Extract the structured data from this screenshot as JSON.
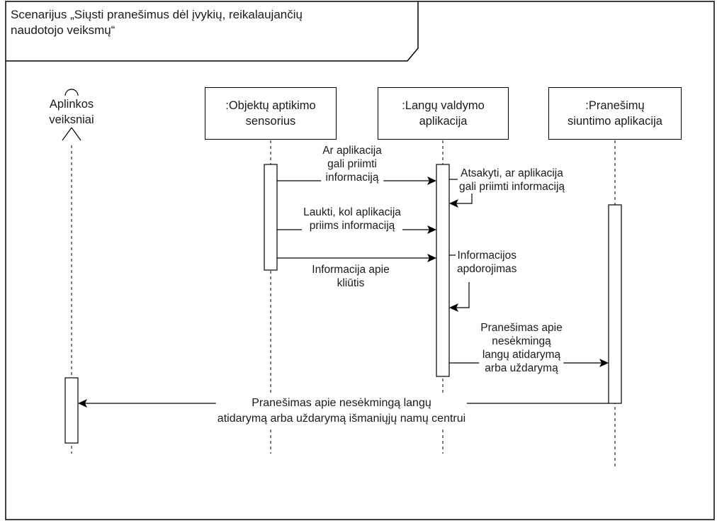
{
  "frame": {
    "title_line1": "Scenarijus „Siųsti pranešimus dėl įvykių, reikalaujančių",
    "title_line2": "naudotojo veiksmų“"
  },
  "participants": {
    "actor": {
      "line1": "Aplinkos",
      "line2": "veiksniai"
    },
    "sensor": {
      "line1": ":Objektų aptikimo",
      "line2": "sensorius"
    },
    "window_app": {
      "line1": ":Langų valdymo",
      "line2": "aplikacija"
    },
    "notify_app": {
      "line1": ":Pranešimų",
      "line2": "siuntimo aplikacija"
    }
  },
  "messages": {
    "m1": {
      "line1": "Ar aplikacija",
      "line2": "gali priimti",
      "line3": "informaciją"
    },
    "m2": {
      "line1": "Atsakyti, ar aplikacija",
      "line2": "gali priimti informaciją"
    },
    "m3": {
      "line1": "Laukti, kol aplikacija",
      "line2": "priims informaciją"
    },
    "m4": {
      "line1": "Informacija apie",
      "line2": "kliūtis"
    },
    "m5": {
      "line1": "Informacijos",
      "line2": "apdorojimas"
    },
    "m6": {
      "line1": "Pranešimas apie",
      "line2": "nesėkmingą",
      "line3": "langų atidarymą",
      "line4": "arba uždarymą"
    },
    "m7": {
      "line1": "Pranešimas apie nesėkmingą langų",
      "line2": "atidarymą arba uždarymą išmaniųjų namų centrui"
    }
  }
}
